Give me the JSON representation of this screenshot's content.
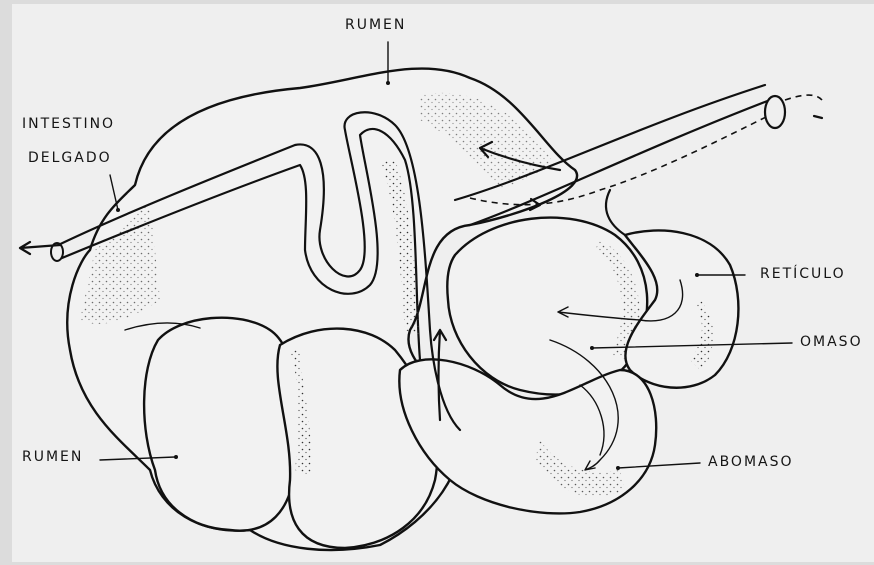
{
  "labels": {
    "rumen_top": "RUMEN",
    "intestino_line1": "INTESTINO",
    "intestino_line2": "DELGADO",
    "reticulo": "RETÍCULO",
    "omaso": "OMASO",
    "rumen_bottom": "RUMEN",
    "abomaso": "ABOMASO"
  },
  "colors": {
    "ink": "#111111",
    "paper": "#efefef",
    "background": "#dcdcdc"
  }
}
